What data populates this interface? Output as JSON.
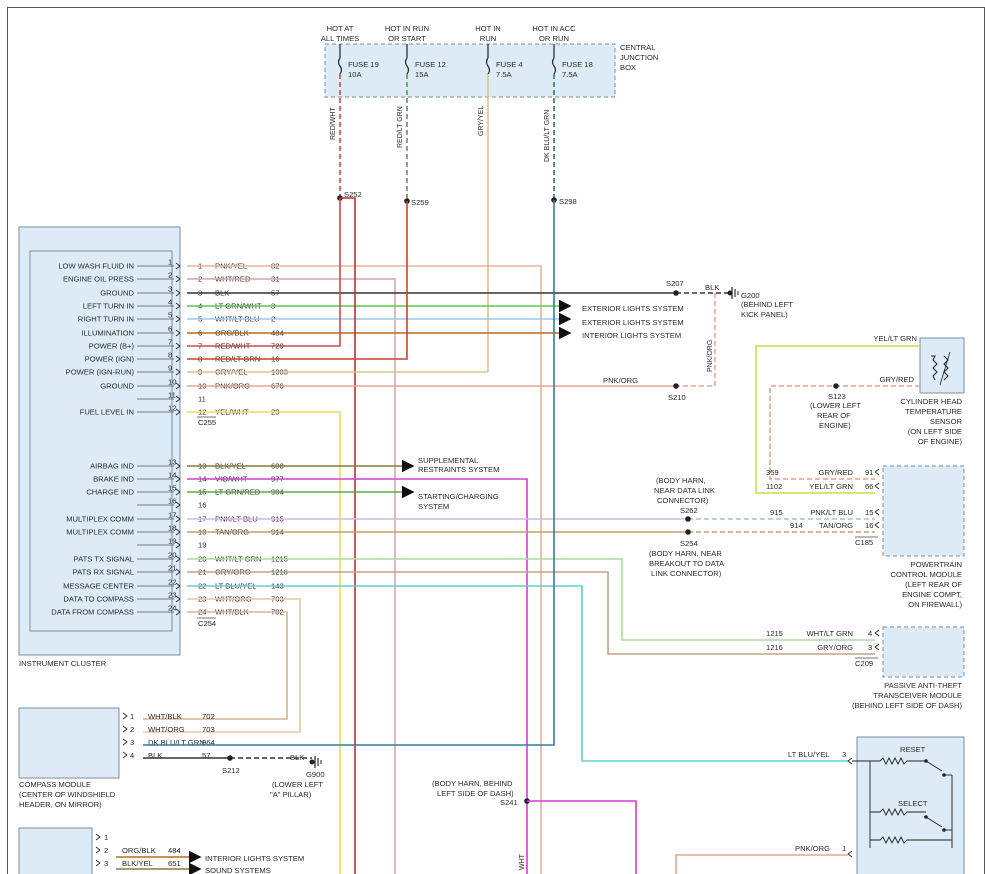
{
  "colors": {
    "box_fill": "#dcebf6",
    "red_wht": "#d24a4a",
    "red_ltgrn": "#c0492a",
    "gry_yel": "#d6c78e",
    "dkblu_ltgrn": "#2f7fa0",
    "pnk_yel": "#e8b49a",
    "wht_red": "#d8a6a6",
    "blk": "#333333",
    "ltgrn_wht": "#58cc48",
    "wht_ltblu": "#9ec8e8",
    "org_blk": "#b86a22",
    "pnk_org": "#e3a592",
    "yel_wht": "#e8e050",
    "vio_wht": "#cc44cc",
    "pnk_ltblu": "#d4b8d8",
    "tan_org": "#c89e6a",
    "wht_ltgrn": "#a8dca0",
    "gry_org": "#c0a488",
    "ltblu_yel": "#60d0d0",
    "wht_org": "#e3c8a8",
    "wht_blk": "#d6b48e",
    "yel_ltgrn": "#c8e040",
    "gry_red": "#e0a090",
    "magenta": "#d838d8"
  },
  "fuses": {
    "headers": [
      {
        "line1": "HOT AT",
        "line2": "ALL TIMES"
      },
      {
        "line1": "HOT IN RUN",
        "line2": "OR START"
      },
      {
        "line1": "HOT IN",
        "line2": "RUN"
      },
      {
        "line1": "HOT IN ACC",
        "line2": "OR RUN"
      }
    ],
    "items": [
      {
        "name": "FUSE 19",
        "rating": "10A"
      },
      {
        "name": "FUSE 12",
        "rating": "15A"
      },
      {
        "name": "FUSE 4",
        "rating": "7.5A"
      },
      {
        "name": "FUSE 18",
        "rating": "7.5A"
      }
    ],
    "box_label": [
      "CENTRAL",
      "JUNCTION",
      "BOX"
    ],
    "wire_labels": [
      "RED/WHT",
      "RED/LT GRN",
      "GRY/YEL",
      "DK BLU/LT GRN"
    ]
  },
  "splices": {
    "s252": "S252",
    "s259": "S259",
    "s298": "S298",
    "s207": "S207",
    "s210": "S210",
    "s262": "S262",
    "s254": "S254",
    "s123": "S123",
    "s212": "S212",
    "s241": "S241",
    "g200": "G200",
    "g900": "G900"
  },
  "ground_notes": {
    "g200_loc": [
      "(BEHIND LEFT",
      "KICK PANEL)"
    ],
    "g900_loc": [
      "(LOWER LEFT",
      "\"A\" PILLAR)"
    ],
    "blk": "BLK",
    "pnk_org_vert": "PNK/ORG",
    "s123_loc": [
      "(LOWER LEFT",
      "REAR OF",
      "ENGINE)"
    ],
    "s262_loc": [
      "(BODY HARN,",
      "NEAR DATA LINK",
      "CONNECTOR)"
    ],
    "s254_loc": [
      "(BODY HARN, NEAR",
      "BREAKOUT TO DATA",
      "LINK CONNECTOR)"
    ],
    "s241_loc": [
      "(BODY HARN, BEHIND",
      "LEFT SIDE OF DASH)"
    ],
    "pnk_org_210": "PNK/ORG"
  },
  "cluster": {
    "title": "INSTRUMENT CLUSTER",
    "conn_a": "C255",
    "conn_b": "C254",
    "pins": [
      {
        "label": "LOW WASH FLUID IN",
        "n": "1",
        "wire": "PNK/YEL",
        "circ": "82"
      },
      {
        "label": "ENGINE OIL PRESS",
        "n": "2",
        "wire": "WHT/RED",
        "circ": "31"
      },
      {
        "label": "GROUND",
        "n": "3",
        "wire": "BLK",
        "circ": "57"
      },
      {
        "label": "LEFT TURN IN",
        "n": "4",
        "wire": "LT GRN/WHT",
        "circ": "3"
      },
      {
        "label": "RIGHT TURN IN",
        "n": "5",
        "wire": "WHT/LT BLU",
        "circ": "2"
      },
      {
        "label": "ILLUMINATION",
        "n": "6",
        "wire": "ORG/BLK",
        "circ": "484"
      },
      {
        "label": "POWER (B+)",
        "n": "7",
        "wire": "RED/WHT",
        "circ": "729"
      },
      {
        "label": "POWER (IGN)",
        "n": "8",
        "wire": "RED/LT GRN",
        "circ": "16"
      },
      {
        "label": "POWER (IGN-RUN)",
        "n": "9",
        "wire": "GRY/YEL",
        "circ": "1003"
      },
      {
        "label": "GROUND",
        "n": "10",
        "wire": "PNK/ORG",
        "circ": "676"
      },
      {
        "label": "",
        "n": "11",
        "wire": "",
        "circ": ""
      },
      {
        "label": "FUEL LEVEL IN",
        "n": "12",
        "wire": "YEL/WHT",
        "circ": "29"
      },
      {
        "label": "AIRBAG IND",
        "n": "13",
        "wire": "BLK/YEL",
        "circ": "608"
      },
      {
        "label": "BRAKE IND",
        "n": "14",
        "wire": "VIO/WHT",
        "circ": "977"
      },
      {
        "label": "CHARGE IND",
        "n": "15",
        "wire": "LT GRN/RED",
        "circ": "904"
      },
      {
        "label": "",
        "n": "16",
        "wire": "",
        "circ": ""
      },
      {
        "label": "MULTIPLEX COMM",
        "n": "17",
        "wire": "PNK/LT BLU",
        "circ": "915"
      },
      {
        "label": "MULTIPLEX COMM",
        "n": "18",
        "wire": "TAN/ORG",
        "circ": "914"
      },
      {
        "label": "",
        "n": "19",
        "wire": "",
        "circ": ""
      },
      {
        "label": "PATS TX SIGNAL",
        "n": "20",
        "wire": "WHT/LT GRN",
        "circ": "1215"
      },
      {
        "label": "PATS RX SIGNAL",
        "n": "21",
        "wire": "GRY/ORG",
        "circ": "1216"
      },
      {
        "label": "MESSAGE CENTER",
        "n": "22",
        "wire": "LT BLU/YEL",
        "circ": "143"
      },
      {
        "label": "DATA TO COMPASS",
        "n": "23",
        "wire": "WHT/ORG",
        "circ": "703"
      },
      {
        "label": "DATA FROM COMPASS",
        "n": "24",
        "wire": "WHT/BLK",
        "circ": "702"
      }
    ]
  },
  "destinations": {
    "exterior_lights": "EXTERIOR LIGHTS SYSTEM",
    "interior_lights": "INTERIOR LIGHTS SYSTEM",
    "supplemental": [
      "SUPPLEMENTAL",
      "RESTRAINTS SYSTEM"
    ],
    "starting": [
      "STARTING/CHARGING",
      "SYSTEM"
    ]
  },
  "chts": {
    "wire_top": "YEL/LT GRN",
    "wire_bottom": "GRY/RED",
    "label": [
      "CYLINDER HEAD",
      "TEMPERATURE",
      "SENSOR",
      "(ON LEFT SIDE",
      "OF ENGINE)"
    ]
  },
  "pcm": {
    "conn": "C185",
    "label": [
      "POWERTRAIN",
      "CONTROL MODULE",
      "(LEFT REAR OF",
      "ENGINE COMPT,",
      "ON FIREWALL)"
    ],
    "rows": [
      {
        "circ": "359",
        "wire": "GRY/RED",
        "pin": "91"
      },
      {
        "circ": "1102",
        "wire": "YEL/LT GRN",
        "pin": "66"
      },
      {
        "circ": "915",
        "wire": "PNK/LT BLU",
        "pin": "15"
      },
      {
        "circ": "914",
        "wire": "TAN/ORG",
        "pin": "16"
      }
    ]
  },
  "pats": {
    "conn": "C209",
    "label": [
      "PASSIVE ANTI-THEFT",
      "TRANSCEIVER MODULE",
      "(BEHIND LEFT SIDE OF DASH)"
    ],
    "rows": [
      {
        "circ": "1215",
        "wire": "WHT/LT GRN",
        "pin": "4"
      },
      {
        "circ": "1216",
        "wire": "GRY/ORG",
        "pin": "3"
      }
    ]
  },
  "compass": {
    "label": [
      "COMPASS MODULE",
      "(CENTER OF WINDSHIELD",
      "HEADER, ON MIRROR)"
    ],
    "rows": [
      {
        "n": "1",
        "wire": "WHT/BLK",
        "circ": "702"
      },
      {
        "n": "2",
        "wire": "WHT/ORG",
        "circ": "703"
      },
      {
        "n": "3",
        "wire": "DK BLU/LT GRN",
        "circ": "964"
      },
      {
        "n": "4",
        "wire": "BLK",
        "circ": "57"
      }
    ]
  },
  "switch_module": {
    "reset": "RESET",
    "select": "SELECT",
    "in_wire": "LT BLU/YEL",
    "in_pin": "3",
    "pnk_wire": "PNK/ORG",
    "pnk_pin": "1"
  },
  "bottom_module": {
    "rows": [
      {
        "n": "1",
        "wire": "",
        "circ": ""
      },
      {
        "n": "2",
        "wire": "ORG/BLK",
        "circ": "484"
      },
      {
        "n": "3",
        "wire": "BLK/YEL",
        "circ": "651"
      }
    ],
    "dest1": "INTERIOR LIGHTS SYSTEM",
    "dest2": "SOUND SYSTEMS"
  },
  "vert_wht": "WHT"
}
